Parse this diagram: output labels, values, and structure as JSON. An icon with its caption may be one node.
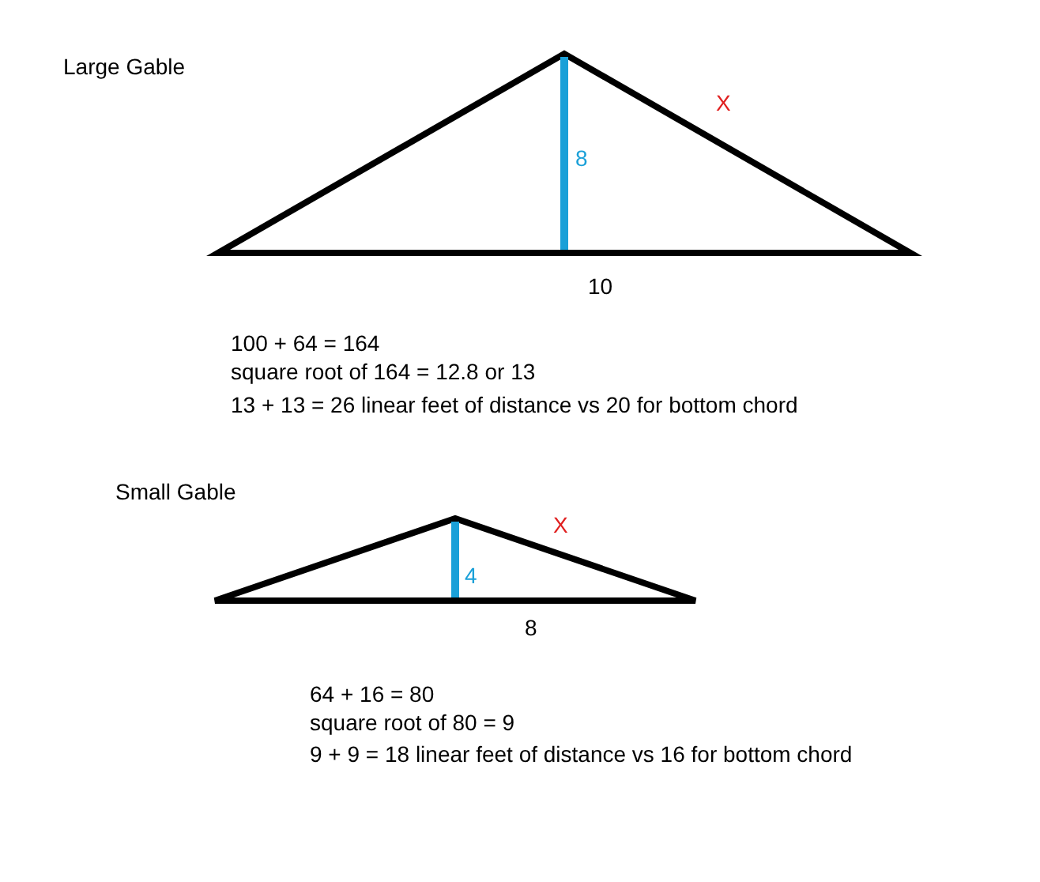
{
  "diagram": {
    "labels": [
      "Large Gable",
      "8",
      "X",
      "10",
      "100 + 64 = 164",
      "square root of 164 = 12.8 or 13",
      "13 + 13 = 26 linear feet of  distance vs 20 for bottom chord",
      "Small Gable",
      "4",
      "X",
      "8",
      "64 + 16 = 80",
      "square root of 80 = 9",
      "9 + 9 = 18 linear feet of distance vs 16 for bottom chord"
    ]
  }
}
